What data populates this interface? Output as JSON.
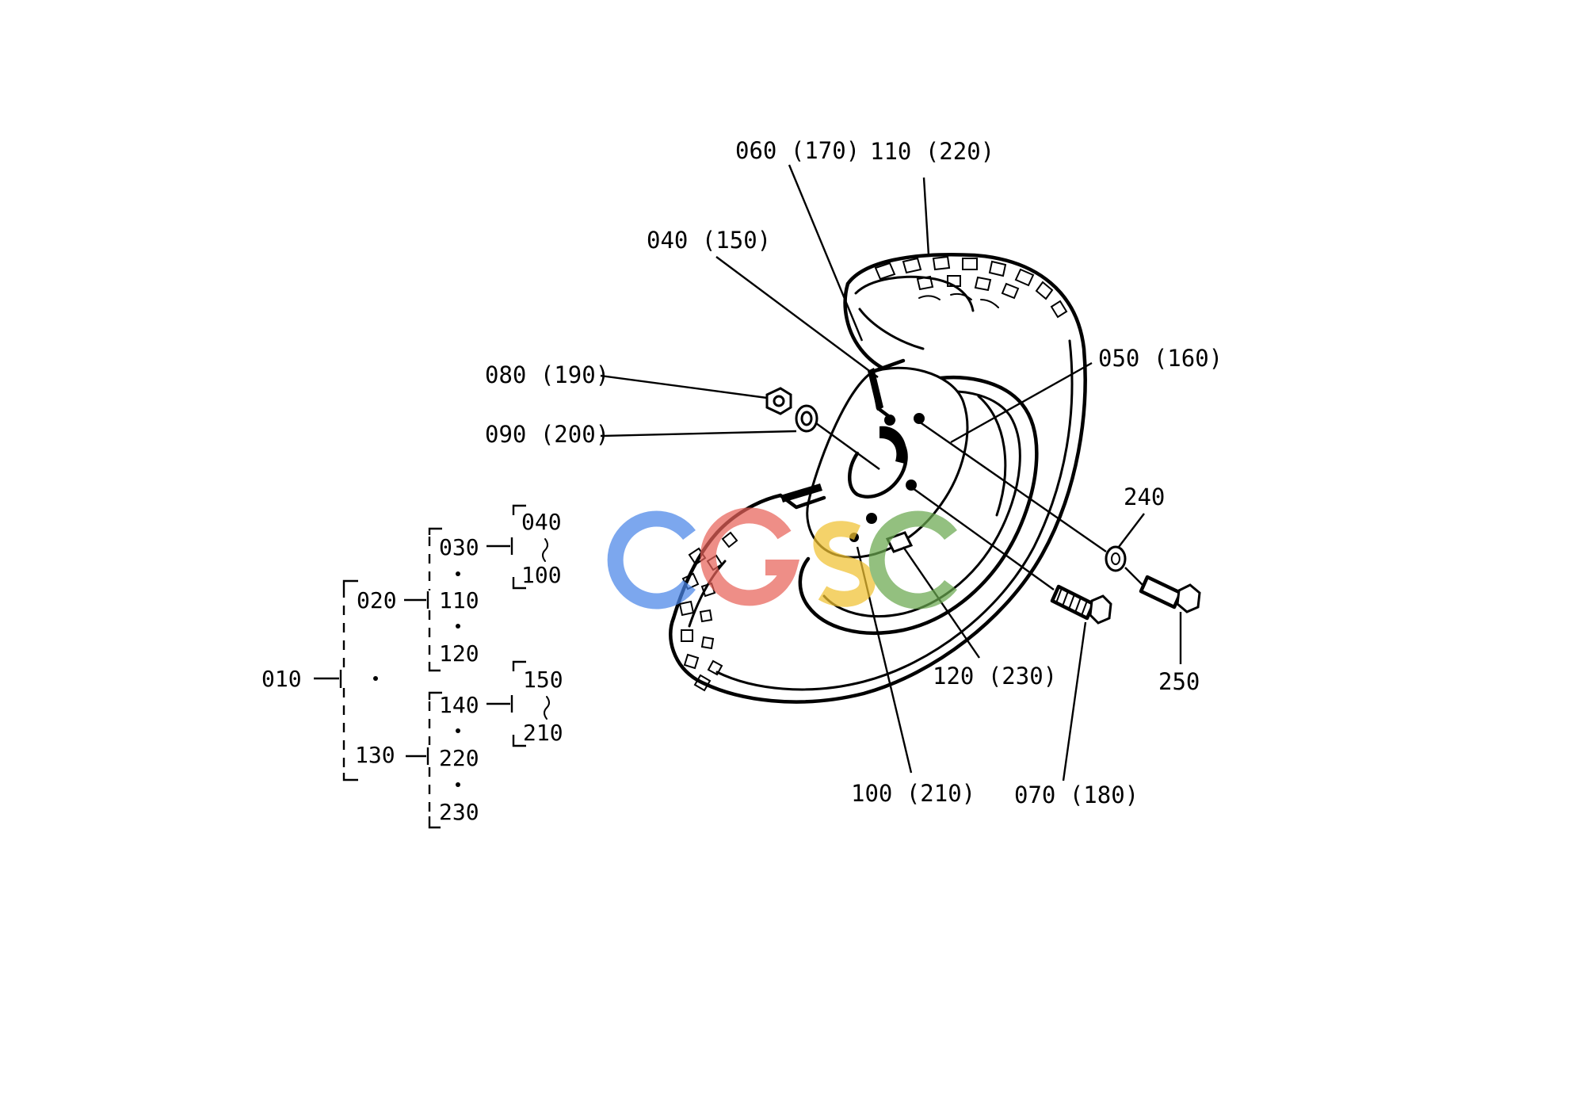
{
  "callouts": {
    "c060": "060 (170)",
    "c110": "110 (220)",
    "c040": "040 (150)",
    "c050": "050 (160)",
    "c080": "080 (190)",
    "c090": "090 (200)",
    "c240": "240",
    "c120": "120 (230)",
    "c250": "250",
    "c100": "100 (210)",
    "c070": "070 (180)"
  },
  "tree": {
    "n010": "010",
    "n020": "020",
    "n030": "030",
    "n040": "040",
    "n100": "100",
    "n110": "110",
    "n120": "120",
    "n130": "130",
    "n140": "140",
    "n150": "150",
    "n210": "210",
    "n220": "220",
    "n230": "230"
  },
  "watermark": {
    "text": "CGSC",
    "colors": [
      "#4a86e8",
      "#e8635a",
      "#f1c232",
      "#6aa84f"
    ]
  }
}
